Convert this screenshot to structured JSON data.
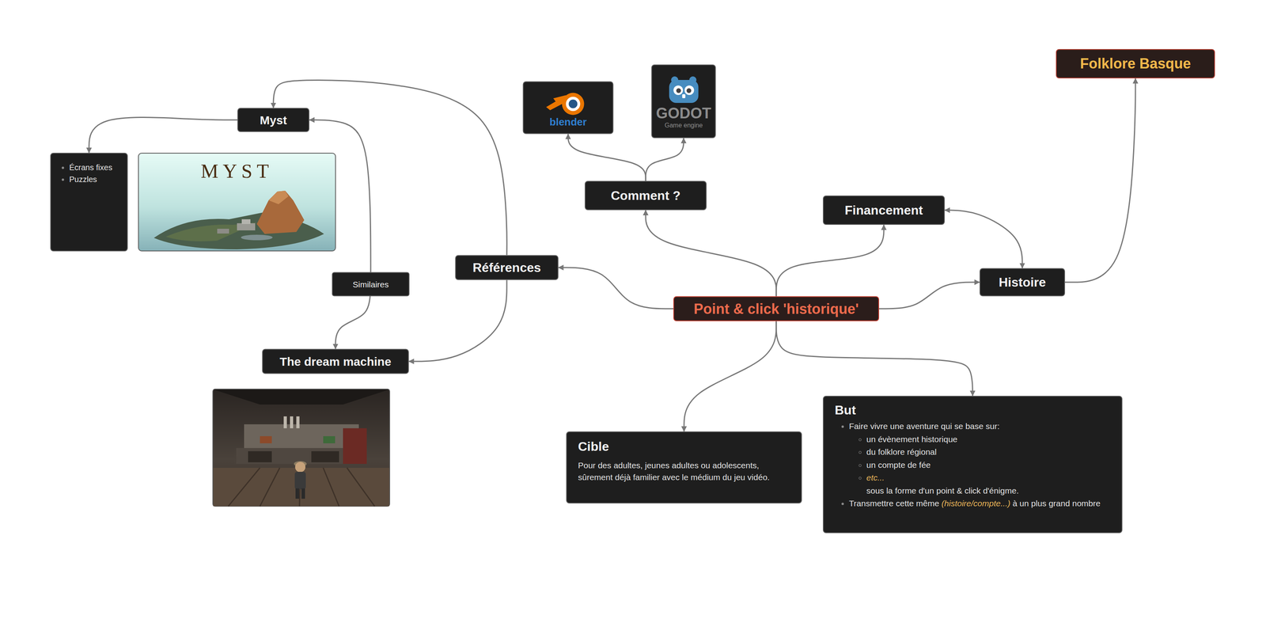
{
  "diagram": {
    "nodes": [
      {
        "text": [
          "Myst"
        ]
      },
      {
        "text": [
          "Écrans fixes",
          "Puzzles"
        ]
      },
      {
        "text": [
          "blender"
        ]
      },
      {
        "text": [
          "GODOT",
          "Game engine"
        ]
      },
      {
        "text": [
          "Folklore Basque"
        ]
      },
      {
        "text": [
          "Comment ?"
        ]
      },
      {
        "text": [
          "Financement"
        ]
      },
      {
        "text": [
          "Références"
        ]
      },
      {
        "text": [
          "Histoire"
        ]
      },
      {
        "text": [
          "Point & click 'historique'"
        ]
      },
      {
        "text": [
          "The dream machine"
        ]
      },
      {
        "text": [
          "Cible",
          "Pour des adultes, jeunes adultes ou adolescents, sûrement déjà familier avec le médium du jeu vidéo."
        ]
      },
      {
        "text": [
          "But",
          "Faire vivre une aventure qui se base sur:",
          "un évènement historique",
          "du folklore régional",
          "un compte de fée",
          "etc...",
          "sous la forme d'un point & click d'énigme.",
          "Transmettre cette même",
          "(histoire/compte...)",
          "à un plus grand nombre"
        ]
      }
    ],
    "edges": [
      {
        "from": 9,
        "to": 7,
        "arrow": "to"
      },
      {
        "from": 7,
        "to": 0,
        "arrow": "to"
      },
      {
        "from": 7,
        "to": 10,
        "arrow": "to"
      },
      {
        "from": 0,
        "to": 1,
        "arrow": "to"
      },
      {
        "from": 0,
        "to": 10,
        "label": "Similaires",
        "arrow": "both"
      },
      {
        "from": 9,
        "to": 5,
        "arrow": "to"
      },
      {
        "from": 5,
        "to": 2,
        "arrow": "to"
      },
      {
        "from": 5,
        "to": 3,
        "arrow": "to"
      },
      {
        "from": 9,
        "to": 6,
        "arrow": "to"
      },
      {
        "from": 6,
        "to": 8,
        "arrow": "both"
      },
      {
        "from": 9,
        "to": 8,
        "arrow": "to"
      },
      {
        "from": 8,
        "to": 4,
        "arrow": "to"
      },
      {
        "from": 9,
        "to": 11,
        "arrow": "to"
      },
      {
        "from": 9,
        "to": 12,
        "arrow": "to"
      }
    ],
    "labels": [
      "MYST"
    ]
  }
}
